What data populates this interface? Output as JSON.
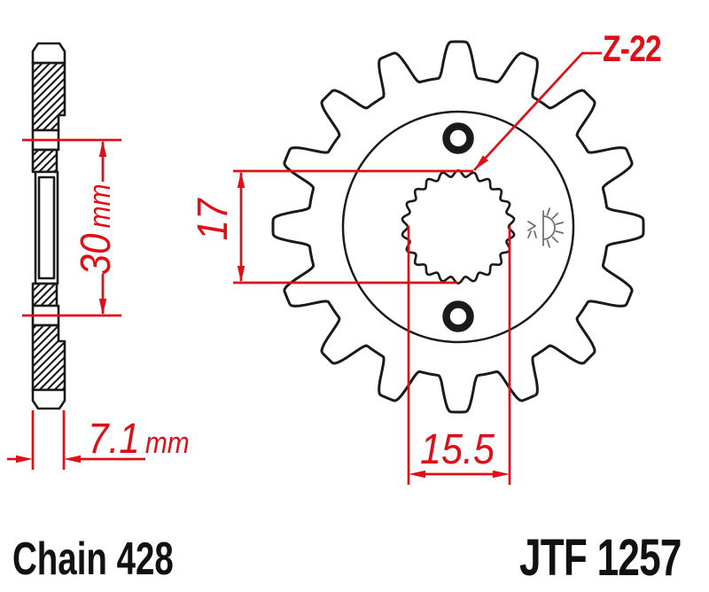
{
  "labels": {
    "chain": "Chain 428",
    "part_number": "JTF 1257",
    "teeth_count": "Z-22"
  },
  "dimensions": {
    "hub_width": {
      "value": "30",
      "unit": "mm"
    },
    "overall_width": {
      "value": "7.1",
      "unit": "mm"
    },
    "spline_major_diameter": {
      "value": "17"
    },
    "spline_minor_diameter": {
      "value": "15.5"
    }
  },
  "icons": {
    "logo": "jt-sun-logo"
  },
  "colors": {
    "dimension_red": "#df0f17",
    "line_black": "#1a1a1a",
    "logo_gray": "#6b6b6b",
    "background": "#ffffff"
  }
}
